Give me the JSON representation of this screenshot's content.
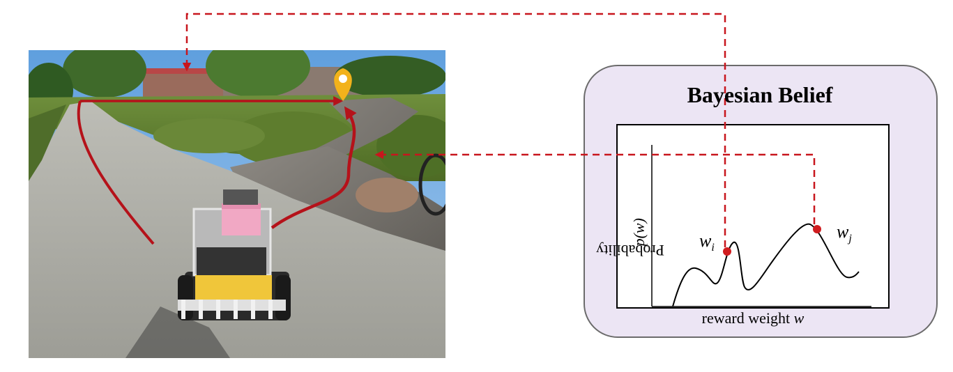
{
  "belief_panel": {
    "title": "Bayesian Belief",
    "xlabel": "reward weight",
    "xlabel_symbol": "w",
    "ylabel": "Probability",
    "ylabel_symbol": "p(w)",
    "points": [
      {
        "name": "w",
        "sub": "i"
      },
      {
        "name": "w",
        "sub": "j"
      }
    ]
  },
  "colors": {
    "panel_fill": "#ece5f4",
    "panel_border": "#6b6b6b",
    "arrow": "#c8161d",
    "point": "#d01c1f",
    "pin": "#f2b21b"
  },
  "icons": [
    "location-pin-icon"
  ]
}
